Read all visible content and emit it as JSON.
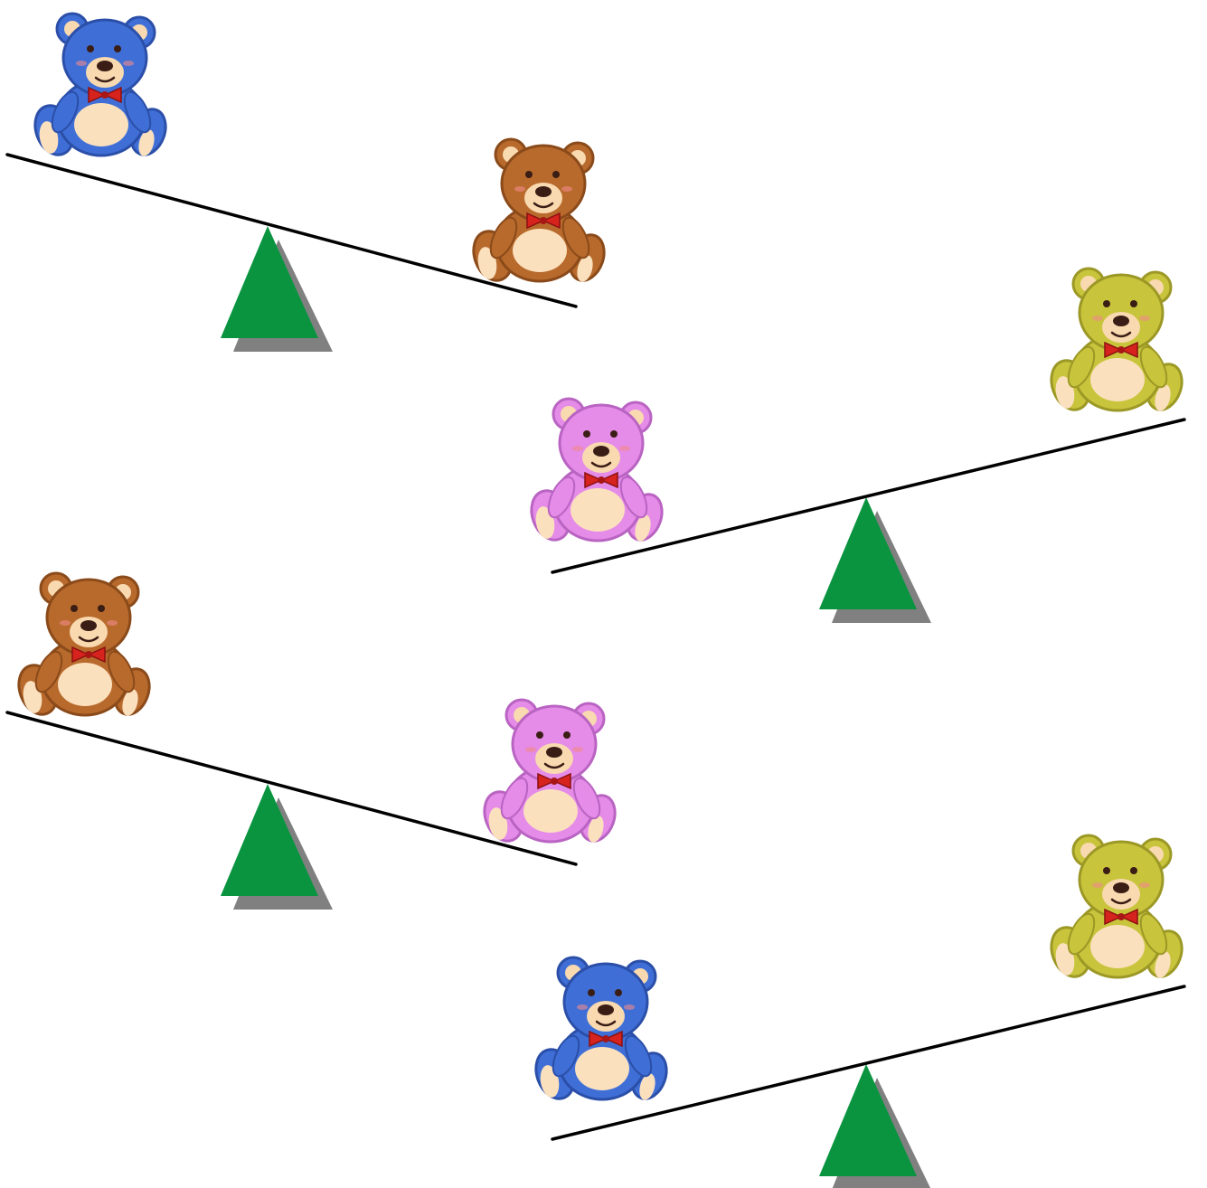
{
  "colors": {
    "background": "#ffffff",
    "beam": "#000000",
    "fulcrum": "#0a9440",
    "fulcrum_shadow": "#808080",
    "bow_tie": "#d7231e",
    "bear_snout": "#f9d9b0",
    "bear_belly": "#fbe0be",
    "bear_nose": "#3a1d14"
  },
  "bear_colors": {
    "blue": {
      "fur": "#3f6fd6",
      "dark": "#2b4fa8"
    },
    "brown": {
      "fur": "#b86a2c",
      "dark": "#8a4a1a"
    },
    "pink": {
      "fur": "#e58be8",
      "dark": "#b964c2"
    },
    "olive": {
      "fur": "#c8c43c",
      "dark": "#9c9826"
    }
  },
  "seesaws": [
    {
      "id": "seesaw-1",
      "left_bear": "blue",
      "right_bear": "brown",
      "lower_side": "right"
    },
    {
      "id": "seesaw-2",
      "left_bear": "pink",
      "right_bear": "olive",
      "lower_side": "left"
    },
    {
      "id": "seesaw-3",
      "left_bear": "brown",
      "right_bear": "pink",
      "lower_side": "right"
    },
    {
      "id": "seesaw-4",
      "left_bear": "blue",
      "right_bear": "olive",
      "lower_side": "left"
    }
  ]
}
